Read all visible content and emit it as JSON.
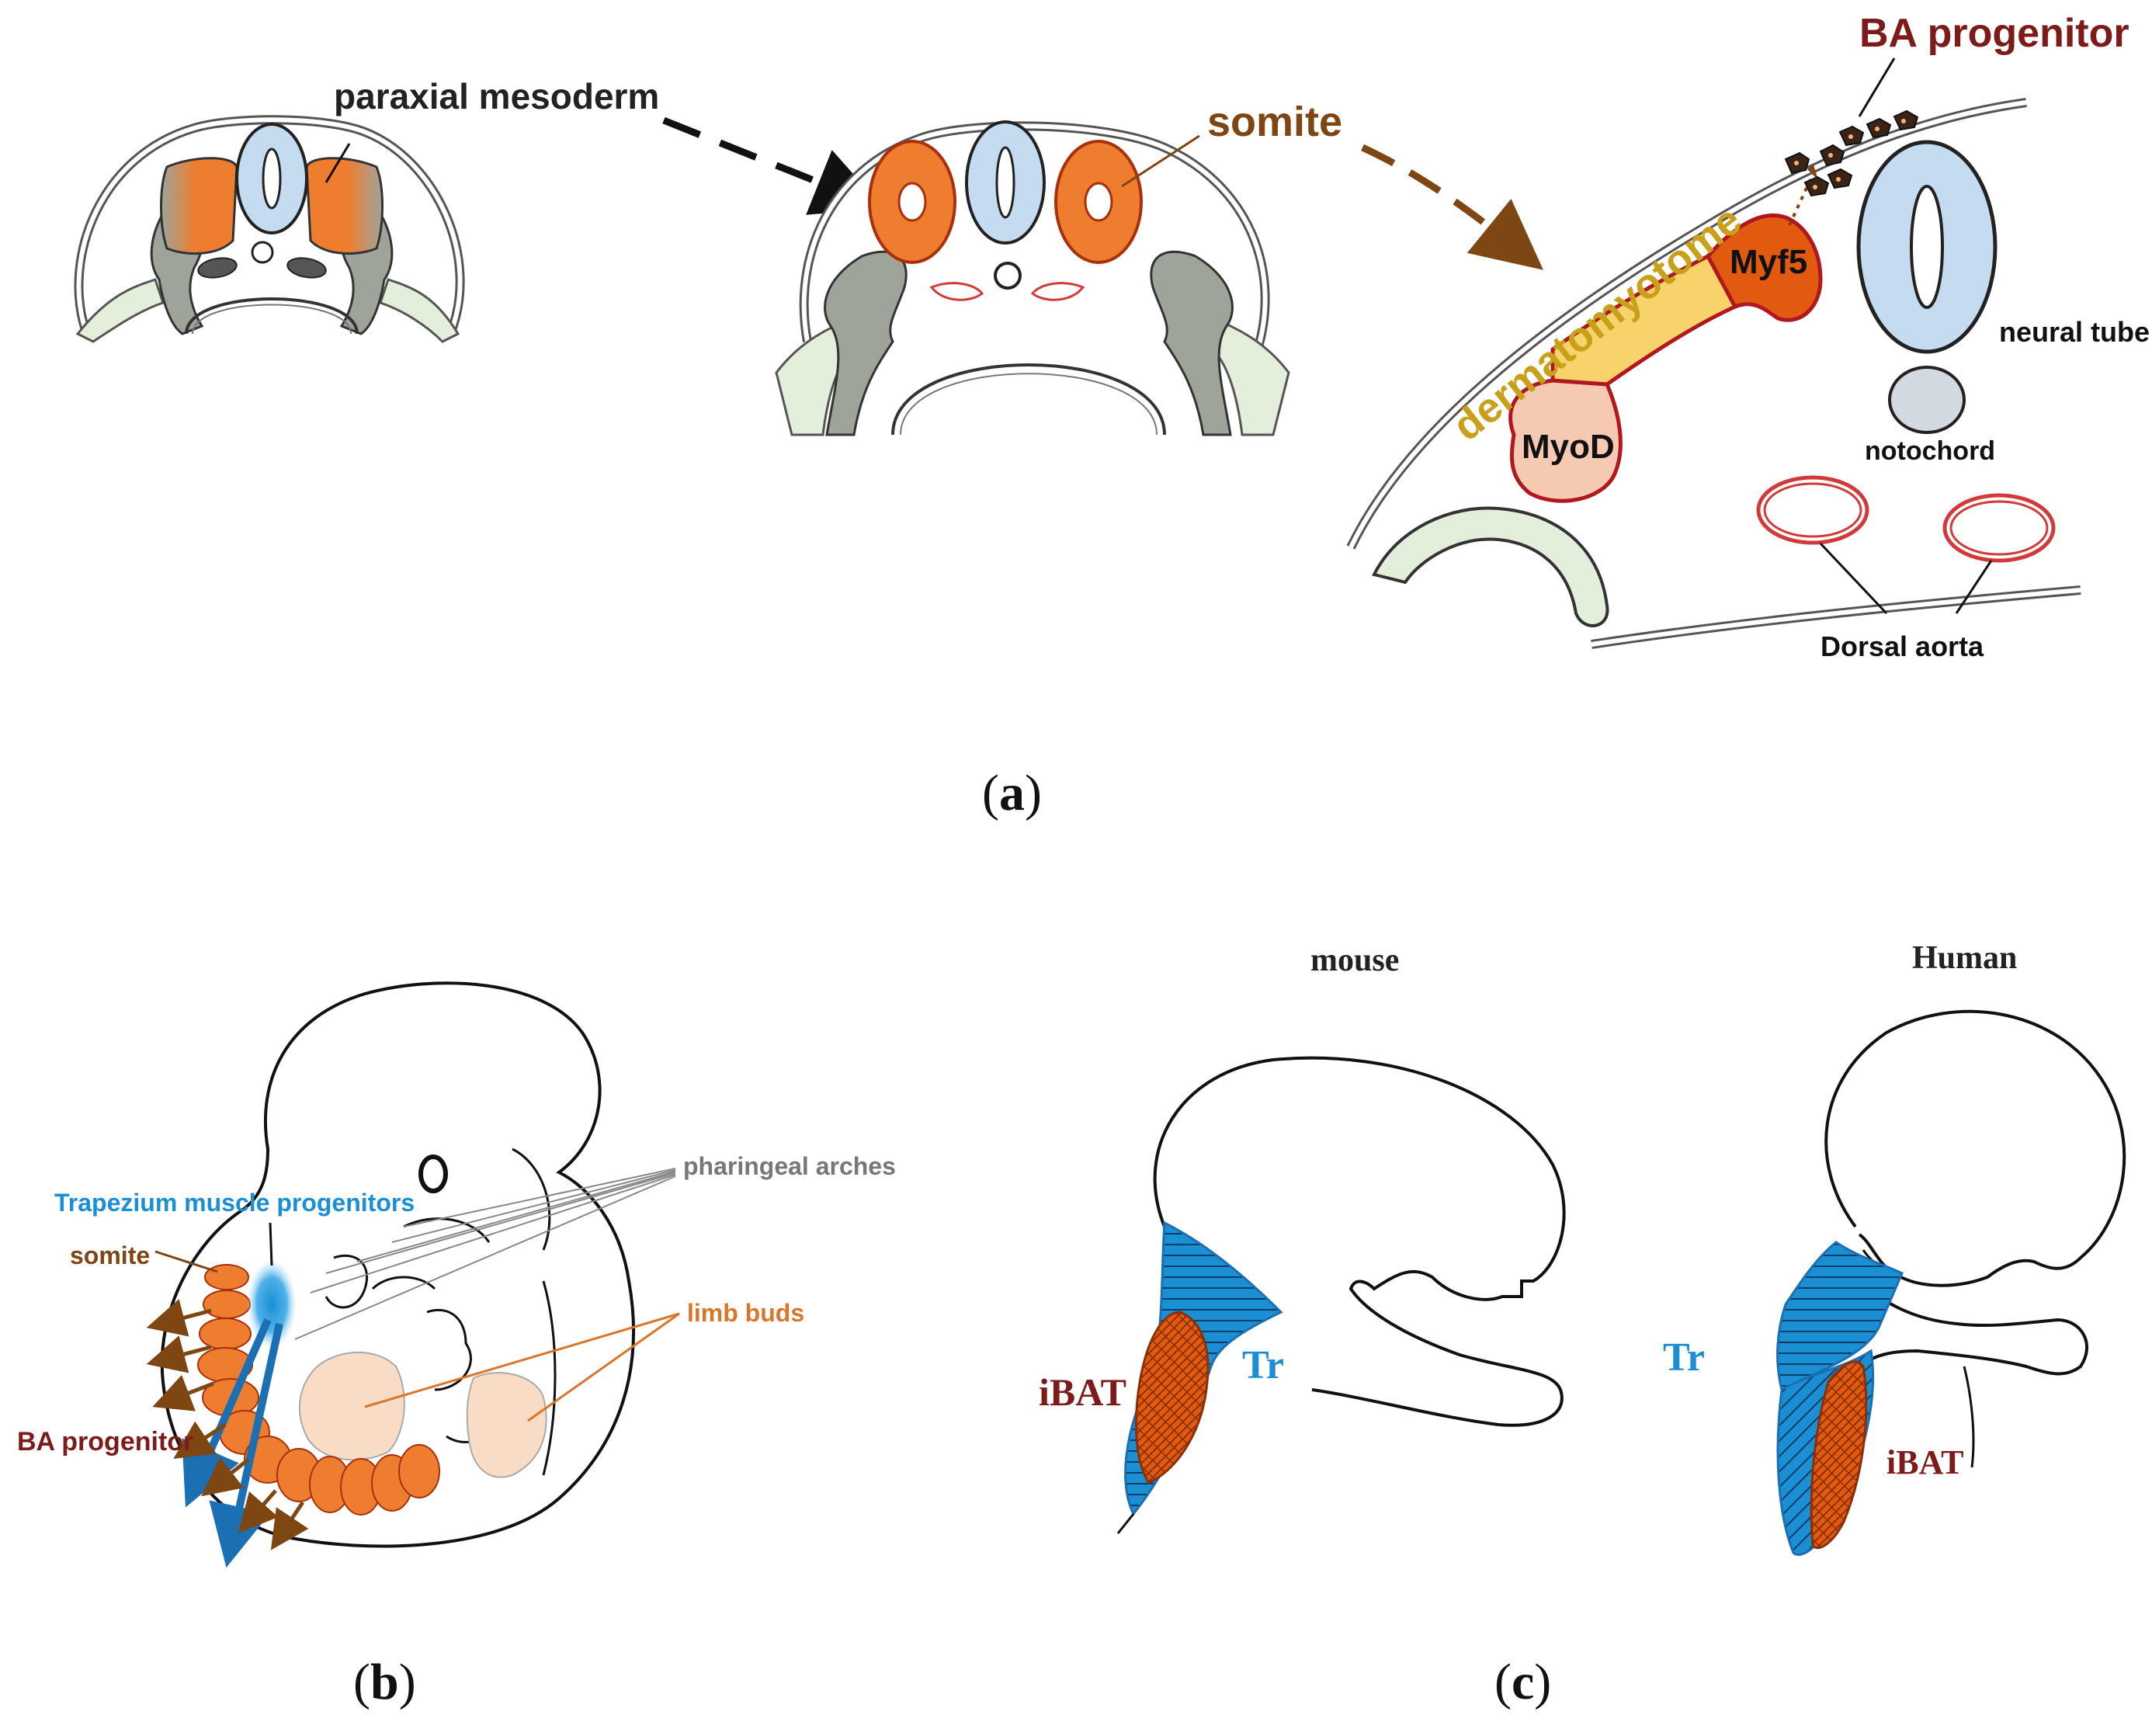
{
  "colors": {
    "orange": "#ee7d30",
    "dark_orange": "#e25a10",
    "light_blue": "#c5dcf0",
    "blue_outline": "#1a1a1a",
    "trap_blue": "#1b8fd3",
    "brown": "#7d4613",
    "dark_red": "#7d1a1a",
    "maroon": "#8b1a2a",
    "gray_tissue": "#9ea49a",
    "green_tissue": "#e4efdb",
    "yellow": "#f8d36b",
    "peach": "#f6c9b2",
    "limb_peach": "#f9dcc5",
    "gold_text": "#c9a01a",
    "aorta_red": "#d23a3a"
  },
  "panel_a": {
    "label_open": "(",
    "label_letter": "a",
    "label_close": ")",
    "paraxial_mesoderm": "paraxial mesoderm",
    "somite": "somite",
    "ba_progenitor": "BA progenitor",
    "dermatomyotome": "dermatomyotome",
    "myf5": "Myf5",
    "myod": "MyoD",
    "neural_tube": "neural tube",
    "notochord": "notochord",
    "dorsal_aorta": "Dorsal aorta"
  },
  "panel_b": {
    "label_open": "(",
    "label_letter": "b",
    "label_close": ")",
    "trapezium": "Trapezium muscle progenitors",
    "pharingeal_arches": "pharingeal arches",
    "somite": "somite",
    "limb_buds": "limb buds",
    "ba_progenitor": "BA progenitor"
  },
  "panel_c": {
    "label_open": "(",
    "label_letter": "c",
    "label_close": ")",
    "mouse": "mouse",
    "human": "Human",
    "tr_mouse": "Tr",
    "ibat_mouse": "iBAT",
    "tr_human": "Tr",
    "ibat_human": "iBAT"
  }
}
